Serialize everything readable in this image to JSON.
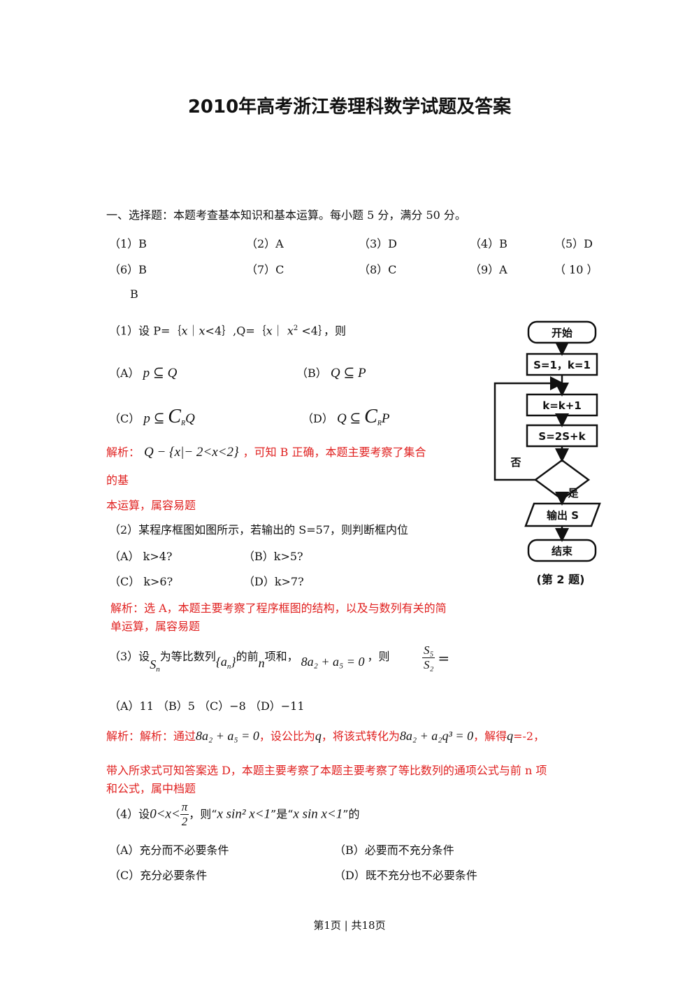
{
  "title": "2010年高考浙江卷理科数学试题及答案",
  "section1": "一、选择题：本题考查基本知识和基本运算。每小题 5 分，满分 50 分。",
  "answers_row1": [
    "（1）B",
    "（2）A",
    "（3）D",
    "（4）B",
    "（5）D"
  ],
  "answers_row2": [
    "（6）B",
    "（7）C",
    "（8）C",
    "（9）A",
    "（ 10 ）"
  ],
  "answer10_value": "B",
  "q1": {
    "stem_a": "（1）设 P=｛",
    "stem_b": "x",
    "stem_c": "｜",
    "stem_d": "x",
    "stem_e": "<4｝,Q=｛",
    "stem_f": "x",
    "stem_g": "｜ ",
    "stem_h": "x",
    "stem_i": "2",
    "stem_j": " <4｝，则",
    "optA_label": "（A）",
    "optA_math": "p ⊆ Q",
    "optB_label": "（B）",
    "optB_math": "Q ⊆ P",
    "optC_label": "（C）",
    "optC_math_a": "p ⊆ ",
    "optC_C": "C",
    "optC_R": "R",
    "optC_math_b": "Q",
    "optD_label": "（D）",
    "optD_math_a": "Q ⊆ ",
    "optD_C": "C",
    "optD_R": "R",
    "optD_math_b": "P",
    "analysis_label": "解析：",
    "analysis_math": "Q − {x|− 2<x<2}",
    "analysis_text": "，可知 B 正确，本题主要考察了集合",
    "analysis_line2": "的基",
    "analysis_line3": "本运算，属容易题"
  },
  "q2": {
    "stem": "（2）某程序框图如图所示，若输出的 S=57，则判断框内位",
    "optA": "（A）  k>4?",
    "optB": "（B）k>5?",
    "optC": "（C）  k>6?",
    "optD": "（D）k>7?",
    "analysis_line1": "解析：选 A，本题主要考察了程序框图的结构，以及与数列有关的简",
    "analysis_line2": "单运算，属容易题"
  },
  "flowchart": {
    "start": "开始",
    "init": "S=1，k=1",
    "step1": "k=k+1",
    "step2": "S=2S+k",
    "no": "否",
    "yes": "是",
    "output": "输出 S",
    "end": "结束",
    "caption": "(第 2 题)"
  },
  "q3": {
    "stem_a": "（3）设",
    "Sn": "S",
    "Sn_sub": "n",
    "stem_b": "为等比数列",
    "an": "{a",
    "an_sub": "n",
    "an_close": "}",
    "stem_c": "的前",
    "n": "n",
    "stem_d": "项和，",
    "eq": "8a₂ + a₅ = 0",
    "stem_e": "，则",
    "frac_num": "S₅",
    "frac_den": "S₂",
    "frac_eq": "=",
    "options": "（A）11  （B）5  （C）−8    （D）−11",
    "analysis_a": "解析：解析：通过",
    "analysis_eq1": "8a₂ + a₅ = 0",
    "analysis_b": "，设公比为",
    "analysis_q": "q",
    "analysis_c": "，将该式转化为",
    "analysis_eq2": "8a₂ + a₂q³ = 0",
    "analysis_d": "，解得",
    "analysis_q2": "q",
    "analysis_e": "=-2，",
    "analysis_line2": "带入所求式可知答案选 D，本题主要考察了本题主要考察了等比数列的通项公式与前 n 项",
    "analysis_line3": "和公式，属中档题"
  },
  "q4": {
    "stem_a": "（4）设",
    "cond": "0<x<",
    "pi": "π",
    "two": "2",
    "stem_b": "，则“",
    "expr1": "x sin² x<1",
    "stem_c": "”是“",
    "expr2": "x sin x<1",
    "stem_d": "”的",
    "optA": "（A）充分而不必要条件",
    "optB": "（B）必要而不充分条件",
    "optC": "（C）充分必要条件",
    "optD": "（D）既不充分也不必要条件"
  },
  "footer": "第1页  | 共18页"
}
